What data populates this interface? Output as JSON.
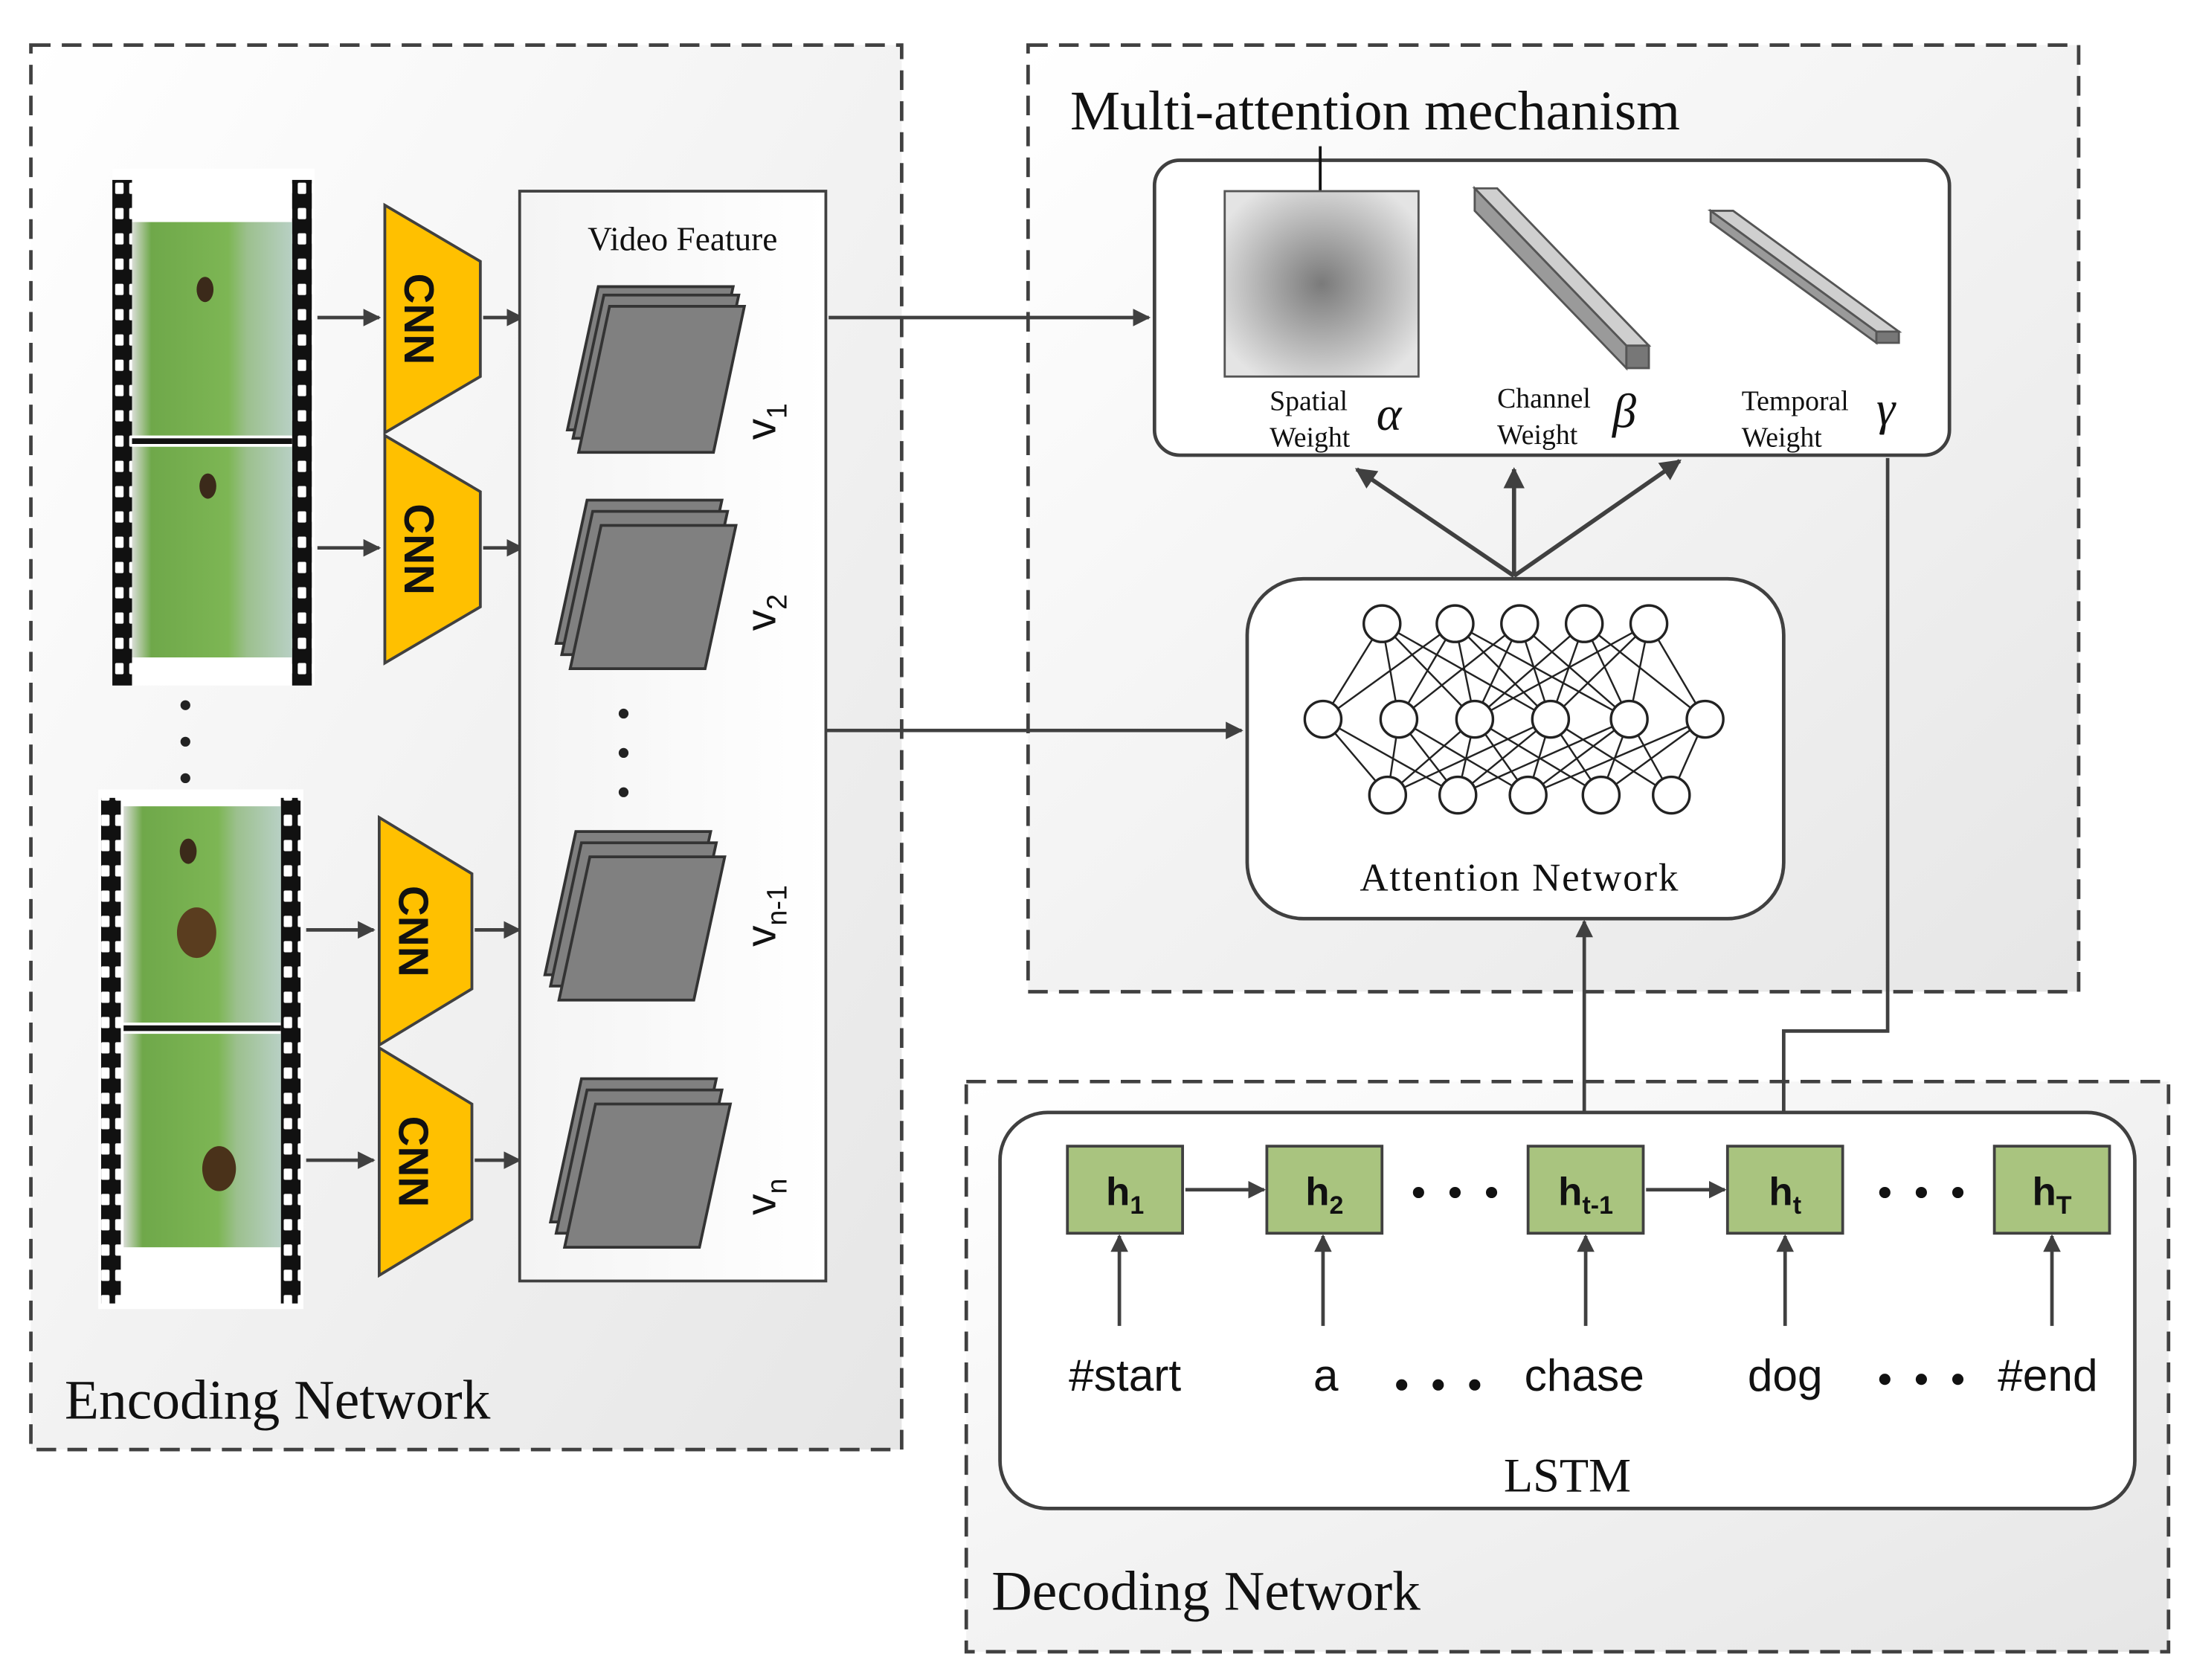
{
  "regions": {
    "encoding": "Encoding Network",
    "attention": "Multi-attention mechanism",
    "decoding": "Decoding Network"
  },
  "video_feature_label": "Video Feature",
  "cnn_label": "CNN",
  "features": [
    {
      "base": "v",
      "sub": "1"
    },
    {
      "base": "v",
      "sub": "2"
    },
    {
      "base": "v",
      "sub": "n-1"
    },
    {
      "base": "v",
      "sub": "n"
    }
  ],
  "weights": [
    {
      "line1": "Spatial",
      "line2": "Weight",
      "symbol": "α"
    },
    {
      "line1": "Channel",
      "line2": "Weight",
      "symbol": "β"
    },
    {
      "line1": "Temporal",
      "line2": "Weight",
      "symbol": "γ"
    }
  ],
  "attention_network_label": "Attention Network",
  "lstm_label": "LSTM",
  "hidden_states": [
    {
      "base": "h",
      "sub": "1"
    },
    {
      "base": "h",
      "sub": "2"
    },
    {
      "base": "h",
      "sub": "t-1"
    },
    {
      "base": "h",
      "sub": "t"
    },
    {
      "base": "h",
      "sub": "T"
    }
  ],
  "words": [
    "#start",
    "a",
    "chase",
    "dog",
    "#end"
  ],
  "colors": {
    "cnn": "#FFC000",
    "hidden_state": "#A9C47F",
    "feature_map": "#808080",
    "arrow": "#404040"
  }
}
